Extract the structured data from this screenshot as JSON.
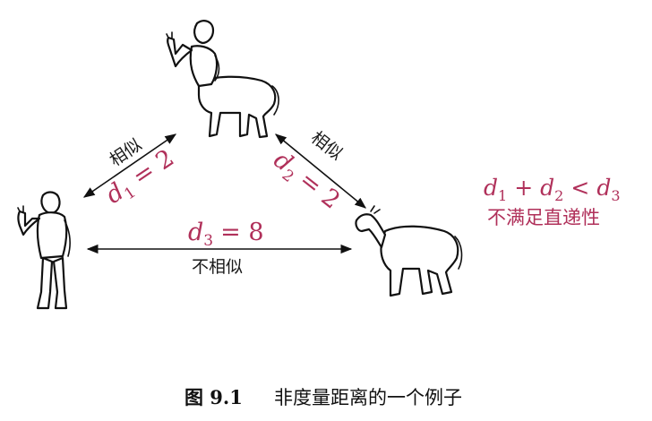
{
  "figure": {
    "left_edge": {
      "label": "相似",
      "dist_var": "d",
      "dist_sub": "1",
      "dist_rel": "= 2"
    },
    "right_edge": {
      "label": "相似",
      "dist_var": "d",
      "dist_sub": "2",
      "dist_rel": "= 2"
    },
    "bottom_edge": {
      "label": "不相似",
      "dist_var": "d",
      "dist_sub": "3",
      "dist_rel": "= 8"
    },
    "note": {
      "math": {
        "a_var": "d",
        "a_sub": "1",
        "op": "+",
        "b_var": "d",
        "b_sub": "2",
        "rel": "<",
        "c_var": "d",
        "c_sub": "3"
      },
      "text": "不满足直递性"
    },
    "colors": {
      "math": "#b0305a",
      "ink": "#111111"
    },
    "icons": [
      "human-figure-icon",
      "centaur-figure-icon",
      "horse-figure-icon"
    ]
  },
  "caption": {
    "label": "图 9.1",
    "text": "非度量距离的一个例子"
  }
}
